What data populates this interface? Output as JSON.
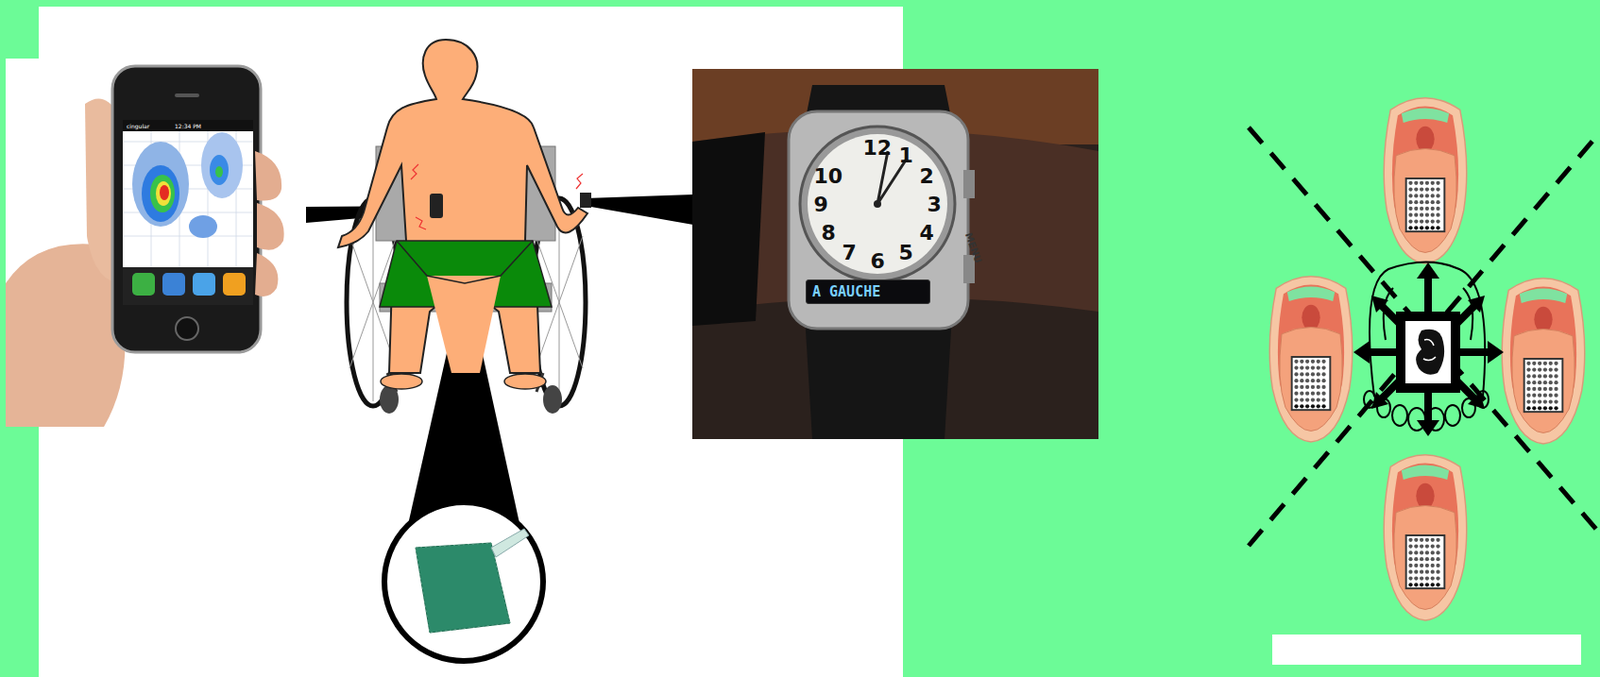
{
  "diagram": {
    "nodes": [
      {
        "text": [
          "A GAUCHE"
        ]
      }
    ],
    "labels": [
      "12",
      "1",
      "2",
      "3",
      "4",
      "5",
      "6",
      "7",
      "8",
      "9",
      "10",
      "MENU",
      "cingular",
      "12:34 PM"
    ]
  }
}
